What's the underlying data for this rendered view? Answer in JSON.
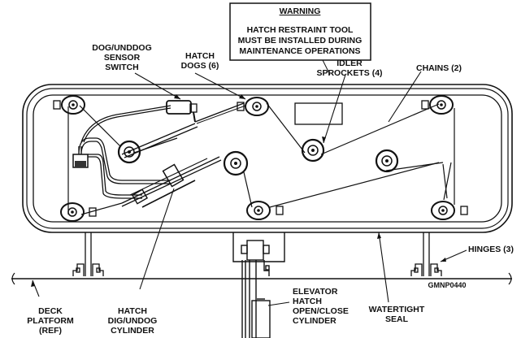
{
  "figure_id": "GMNP0440",
  "warning": {
    "title": "WARNING",
    "lines": [
      "HATCH RESTRAINT TOOL",
      "MUST BE INSTALLED DURING",
      "MAINTENANCE OPERATIONS"
    ]
  },
  "callouts": {
    "dog_switch": [
      "DOG/UNDDOG",
      "SENSOR",
      "SWITCH"
    ],
    "hatch_dogs": [
      "HATCH",
      "DOGS (6)"
    ],
    "idler_sprockets": [
      "IDLER",
      "SPROCKETS (4)"
    ],
    "chains": [
      "CHAINS (2)"
    ],
    "hinges": [
      "HINGES (3)"
    ],
    "deck_platform": [
      "DECK",
      "PLATFORM",
      "(REF)"
    ],
    "dog_cylinder": [
      "HATCH",
      "DIG/UNDOG",
      "CYLINDER"
    ],
    "elevator_cylinder": [
      "ELEVATOR",
      "HATCH",
      "OPEN/CLOSE",
      "CYLINDER"
    ],
    "watertight_seal": [
      "WATERTIGHT",
      "SEAL"
    ]
  }
}
